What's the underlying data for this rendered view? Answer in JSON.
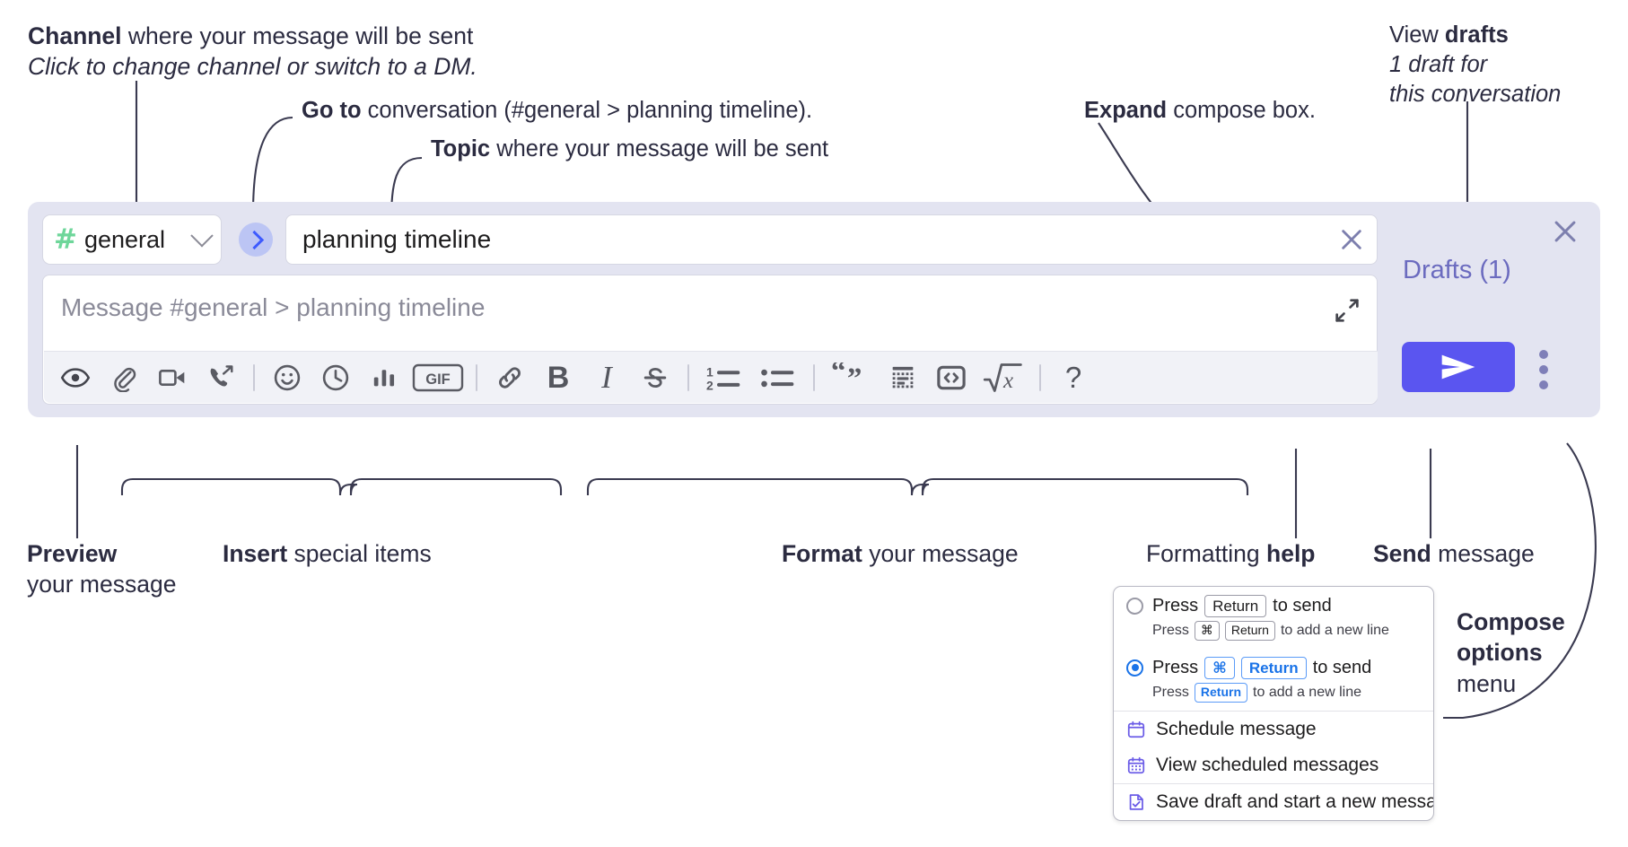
{
  "annotations": {
    "channel": {
      "bold": "Channel",
      "rest": " where your message will be sent",
      "italic": "Click to change channel or switch to a DM."
    },
    "goto": {
      "bold": "Go to",
      "rest": " conversation (#general > planning timeline)."
    },
    "topic": {
      "bold": "Topic",
      "rest": " where your message will be sent"
    },
    "expand": {
      "bold": "Expand",
      "rest": " compose box."
    },
    "drafts": {
      "plain": "View ",
      "bold": "drafts",
      "italic1": "1 draft for",
      "italic2": "this conversation"
    },
    "preview": {
      "bold": "Preview",
      "rest": "your message"
    },
    "insert": {
      "bold": "Insert",
      "rest": " special items"
    },
    "format": {
      "bold": "Format",
      "rest": " your message"
    },
    "help": {
      "plain": "Formatting ",
      "bold": "help"
    },
    "send": {
      "bold": "Send",
      "rest": " message"
    },
    "compose_options": {
      "bold1": "Compose",
      "bold2": "options",
      "rest": "menu"
    }
  },
  "compose": {
    "channel": {
      "hash": "#",
      "name": "general",
      "chevron": "chevron-down-icon"
    },
    "goto_button": "go-to-conversation-icon",
    "topic": {
      "value": "planning timeline",
      "clear": "close-icon"
    },
    "message": {
      "placeholder": "Message #general > planning timeline",
      "value": "",
      "expand": "expand-icon"
    },
    "toolbar": [
      {
        "name": "preview-icon",
        "label": "eye"
      },
      {
        "name": "attach-icon",
        "label": "paperclip"
      },
      {
        "name": "video-icon",
        "label": "video camera"
      },
      {
        "name": "huddle-icon",
        "label": "phone forward"
      },
      {
        "name": "separator",
        "label": "|"
      },
      {
        "name": "emoji-icon",
        "label": "smiley"
      },
      {
        "name": "schedule-icon",
        "label": "clock"
      },
      {
        "name": "poll-icon",
        "label": "bar chart"
      },
      {
        "name": "gif-icon",
        "label": "GIF"
      },
      {
        "name": "separator",
        "label": "|"
      },
      {
        "name": "link-icon",
        "label": "chain link"
      },
      {
        "name": "bold-icon",
        "label": "B"
      },
      {
        "name": "italic-icon",
        "label": "I"
      },
      {
        "name": "strikethrough-icon",
        "label": "S"
      },
      {
        "name": "separator",
        "label": "|"
      },
      {
        "name": "ordered-list-icon",
        "label": "1 2 list"
      },
      {
        "name": "bulleted-list-icon",
        "label": "bullet list"
      },
      {
        "name": "separator",
        "label": "|"
      },
      {
        "name": "blockquote-icon",
        "label": "quotes"
      },
      {
        "name": "code-block-icon",
        "label": "code block"
      },
      {
        "name": "code-icon",
        "label": "<>"
      },
      {
        "name": "math-icon",
        "label": "square root x"
      },
      {
        "name": "separator",
        "label": "|"
      },
      {
        "name": "formatting-help-icon",
        "label": "?"
      }
    ],
    "drafts_link": "Drafts (1)",
    "send_button": "send-icon",
    "options_button": "kebab-menu-icon",
    "close_button": "close-icon"
  },
  "menu": {
    "option1": {
      "selected": false,
      "pre": "Press",
      "key": "Return",
      "post": "to send",
      "sub_pre": "Press",
      "sub_key1": "⌘",
      "sub_key2": "Return",
      "sub_post": "to add a new line"
    },
    "option2": {
      "selected": true,
      "pre": "Press",
      "key1": "⌘",
      "key2": "Return",
      "post": "to send",
      "sub_pre": "Press",
      "sub_key": "Return",
      "sub_post": "to add a new line"
    },
    "items": [
      {
        "icon": "calendar-icon",
        "label": "Schedule message"
      },
      {
        "icon": "calendar-grid-icon",
        "label": "View scheduled messages"
      },
      {
        "icon": "save-draft-icon",
        "label": "Save draft and start a new message"
      }
    ]
  },
  "colors": {
    "panel_bg": "#e3e4f1",
    "send_button": "#5a55f0",
    "hash_green": "#6ed69a",
    "goto_blue": "#3d5afe",
    "drafts_purple": "#6b6bbf",
    "menu_icon_purple": "#6b5ce7",
    "radio_blue": "#1a73e8"
  }
}
